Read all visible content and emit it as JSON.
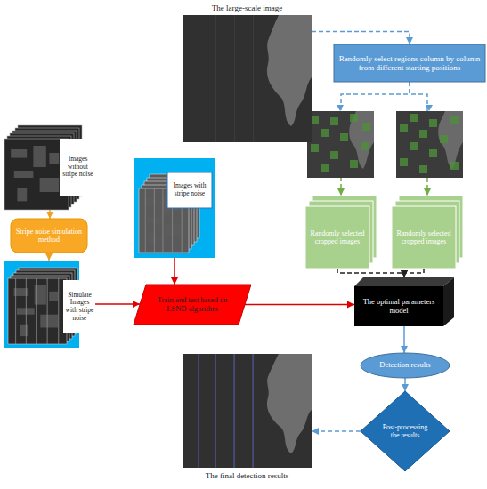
{
  "diagram": {
    "nodes": [
      {
        "text": [
          "The large-scale image"
        ]
      },
      {
        "text": [
          "Randomly select regions column by column from different starting positions"
        ]
      },
      {
        "text": [
          "Images without stripe noise"
        ]
      },
      {
        "text": [
          "Stripe noise simulation method"
        ]
      },
      {
        "text": [
          "Images with stripe noise"
        ]
      },
      {
        "text": [
          "Simulate Images with stripe noise"
        ]
      },
      {
        "text": [
          "Randomly selected cropped images"
        ]
      },
      {
        "text": [
          "Randomly selected cropped images"
        ]
      },
      {
        "text": [
          "Train and test based on LSND algorithm"
        ]
      },
      {
        "text": [
          "The optimal parameters model"
        ]
      },
      {
        "text": [
          "Detection results"
        ]
      },
      {
        "text": [
          "Post-processing the results"
        ]
      },
      {
        "text": [
          "The final detection results"
        ]
      }
    ],
    "edges": [
      {
        "from": 0,
        "to": 1,
        "arrow": "to"
      },
      {
        "from": 1,
        "to": 6,
        "arrow": "to"
      },
      {
        "from": 1,
        "to": 7,
        "arrow": "to"
      },
      {
        "from": 6,
        "to": 9,
        "arrow": "to"
      },
      {
        "from": 7,
        "to": 9,
        "arrow": "to"
      },
      {
        "from": 2,
        "to": 3,
        "arrow": "to"
      },
      {
        "from": 3,
        "to": 5,
        "arrow": "to"
      },
      {
        "from": 4,
        "to": 8,
        "arrow": "to"
      },
      {
        "from": 5,
        "to": 8,
        "arrow": "to"
      },
      {
        "from": 8,
        "to": 9,
        "arrow": "to"
      },
      {
        "from": 9,
        "to": 10,
        "arrow": "to"
      },
      {
        "from": 10,
        "to": 11,
        "arrow": "to"
      },
      {
        "from": 11,
        "to": 12,
        "arrow": "to"
      }
    ]
  }
}
